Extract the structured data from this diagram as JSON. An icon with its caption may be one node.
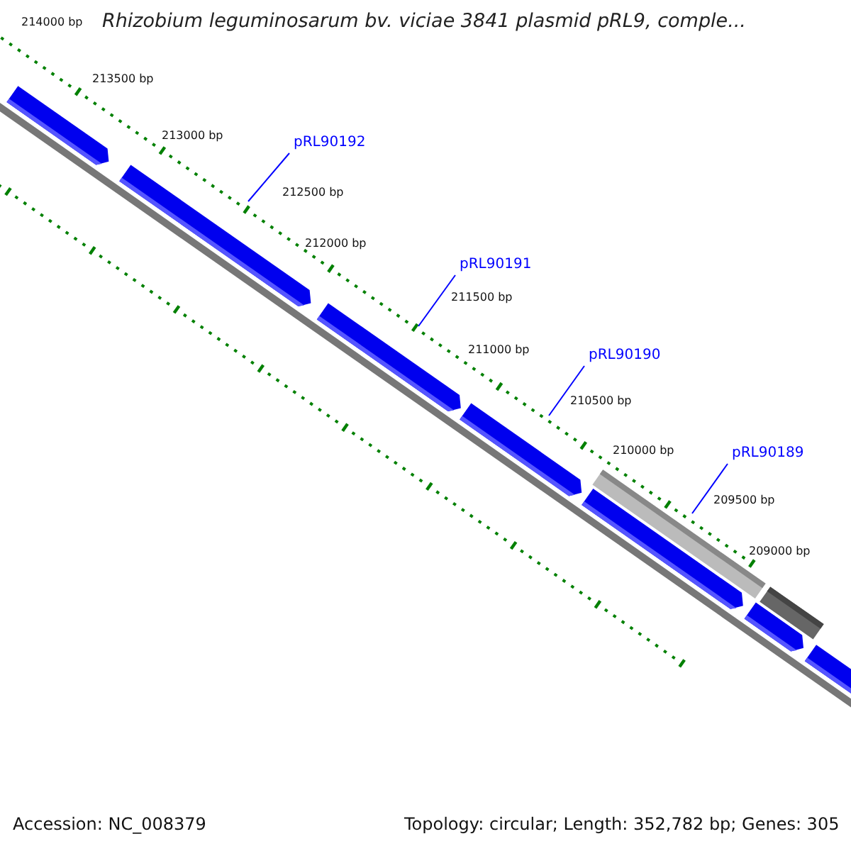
{
  "diagram": {
    "title": "Rhizobium leguminosarum bv. viciae 3841 plasmid pRL9, comple...",
    "nodes": [
      {
        "text": [
          "pRL90192"
        ]
      },
      {
        "text": [
          "pRL90191"
        ]
      },
      {
        "text": [
          "pRL90190"
        ]
      },
      {
        "text": [
          "pRL90189"
        ]
      }
    ],
    "edges": [
      {
        "from": 0,
        "to": null,
        "arrow": "none"
      },
      {
        "from": 1,
        "to": null,
        "arrow": "none"
      },
      {
        "from": 2,
        "to": null,
        "arrow": "none"
      },
      {
        "from": 3,
        "to": null,
        "arrow": "none"
      }
    ],
    "labels": [
      "214000 bp",
      "213500 bp",
      "213000 bp",
      "212500 bp",
      "212000 bp",
      "211500 bp",
      "211000 bp",
      "210500 bp",
      "210000 bp",
      "209500 bp",
      "209000 bp",
      "Accession: NC_008379",
      "Topology: circular; Length: 352,782 bp; Genes: 305"
    ]
  }
}
